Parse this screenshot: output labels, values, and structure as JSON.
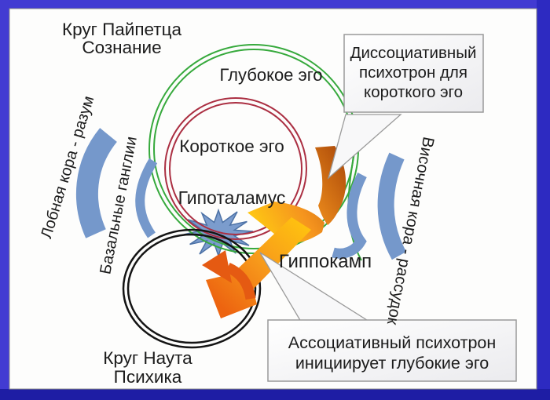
{
  "diagram": {
    "title_lines": [
      "Круг Пайпетца",
      "Сознание"
    ],
    "nauta_lines": [
      "Круг Наута",
      "Психика"
    ],
    "deep_ego": "Глубокое эго",
    "short_ego": "Короткое эго",
    "hypothalamus": "Гипоталамус",
    "hippocampus": "Гиппокамп",
    "frontal_cortex": "Лобная кора - разум",
    "basal_ganglia": "Базальные ганглии",
    "temporal_cortex": "Височная кора - рассудок",
    "callout_dissociative_lines": [
      "Диссоциативный",
      "психотрон для",
      "короткого эго"
    ],
    "callout_associative_lines": [
      "Ассоциативный психотрон",
      "инициирует глубокие эго"
    ],
    "colors": {
      "frame_blue": "#423bd2",
      "frame_right": "#2d2ac1",
      "frame_bottom": "#1e1da4",
      "panel_white": "#fdfdfc",
      "deep_ego_green": "#36a93c",
      "short_ego_red": "#ab2f42",
      "short_ego_text": "#c1333b",
      "brain_blue": "#7598cb",
      "star_outline_blue": "#4d72a6",
      "arrow_yellow": "#ffc513",
      "arrow_orange": "#f0841c",
      "arrow_dark_orange": "#b5530c",
      "circuit_black": "#141414",
      "callout_border_gray": "#9a9a9a"
    },
    "icons": [
      "star-burst-icon",
      "crescent-cortex-icon",
      "curved-arrow-icon",
      "callout-pointer-icon"
    ]
  }
}
